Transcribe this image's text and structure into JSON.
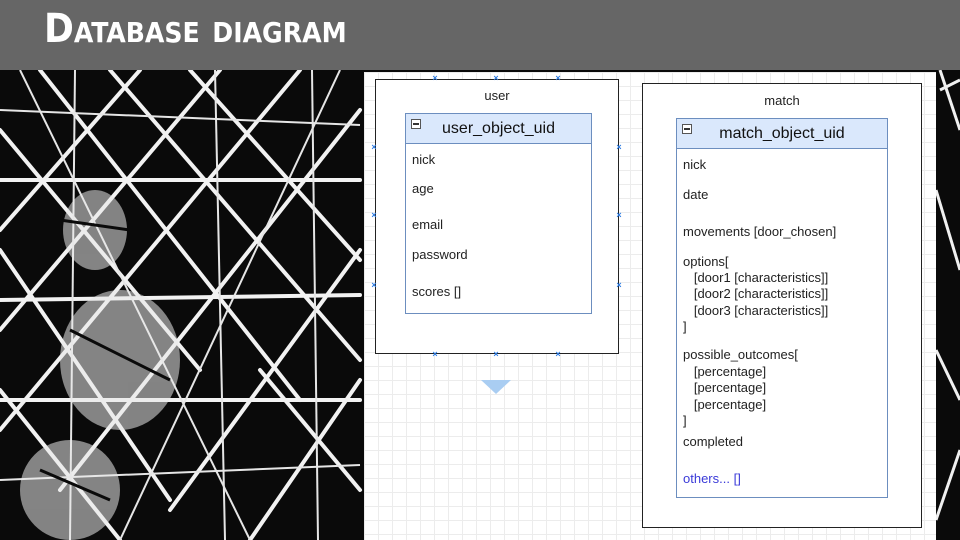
{
  "slide": {
    "title": "Database diagram"
  },
  "diagram": {
    "user_container": {
      "label": "user",
      "entity": {
        "name": "user_object_uid",
        "fields": [
          "nick",
          "age",
          "email",
          "password",
          "scores []"
        ]
      }
    },
    "match_container": {
      "label": "match",
      "entity": {
        "name": "match_object_uid",
        "fields": [
          "nick",
          "date",
          "movements [door_chosen]",
          "options[",
          "   [door1 [characteristics]]",
          "   [door2 [characteristics]]",
          "   [door3 [characteristics]]",
          "]",
          "possible_outcomes[",
          "   [percentage]",
          "   [percentage]",
          "   [percentage]",
          "]",
          "completed",
          "others... []"
        ]
      }
    },
    "colors": {
      "entity_header_fill": "#dae8fc",
      "entity_border": "#6c8ebf",
      "selection_handle": "#2a7ae2",
      "link_text": "#3a3ad8"
    }
  }
}
